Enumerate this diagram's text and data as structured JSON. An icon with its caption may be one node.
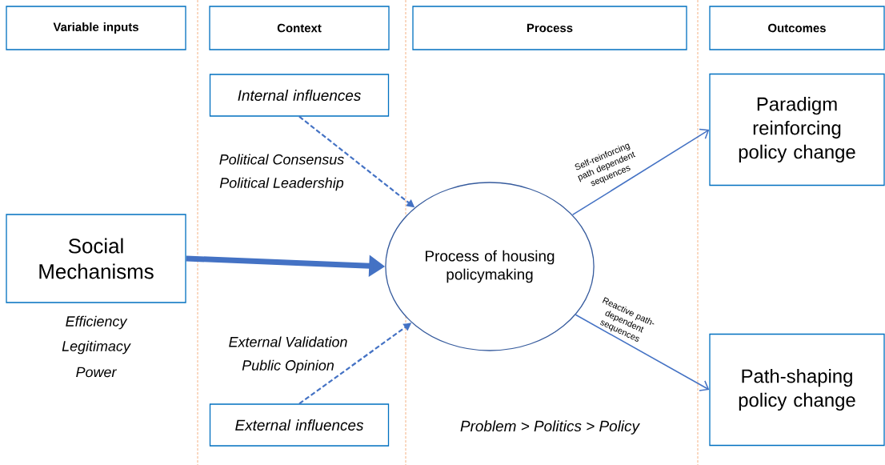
{
  "diagram": {
    "nodes": [
      {
        "text": [
          "Variable inputs"
        ]
      },
      {
        "text": [
          "Context"
        ]
      },
      {
        "text": [
          "Process"
        ]
      },
      {
        "text": [
          "Outcomes"
        ]
      },
      {
        "text": [
          "Internal influences"
        ]
      },
      {
        "text": [
          "Social Mechanisms"
        ],
        "beside": [
          "Efficiency",
          "Legitimacy",
          "Power"
        ]
      },
      {
        "text": [
          "Process of housing policymaking"
        ]
      },
      {
        "text": [
          "External influences"
        ]
      },
      {
        "text": [
          "Paradigm reinforcing policy change"
        ]
      },
      {
        "text": [
          "Path-shaping policy change"
        ]
      }
    ],
    "edges": [
      {
        "from": 4,
        "to": 6,
        "arrow": "to",
        "style": "dashed"
      },
      {
        "from": 5,
        "to": 6,
        "arrow": "to",
        "style": "thick"
      },
      {
        "from": 7,
        "to": 6,
        "arrow": "to",
        "style": "dashed"
      },
      {
        "from": 6,
        "to": 8,
        "arrow": "to",
        "label": "Self-reinforcing path dependent sequences"
      },
      {
        "from": 6,
        "to": 9,
        "arrow": "to",
        "label": "Reactive path-dependent sequences"
      }
    ],
    "labels": [
      "Political Consensus",
      "Political Leadership",
      "External Validation",
      "Public Opinion",
      "Problem > Politics > Policy"
    ]
  }
}
